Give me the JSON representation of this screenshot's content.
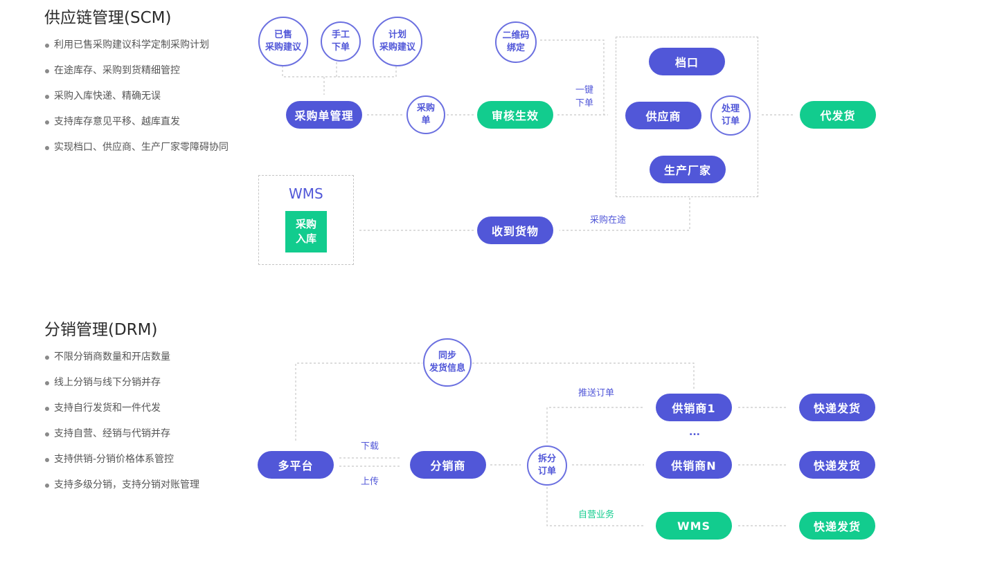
{
  "scm": {
    "title": "供应链管理(SCM)",
    "bullets": [
      "利用已售采购建议科学定制采购计划",
      "在途库存、采购到货精细管控",
      "采购入库快递、精确无误",
      "支持库存意见平移、越库直发",
      "实现档口、供应商、生产厂家零障碍协同"
    ],
    "circles": {
      "sold_suggest": "已售\n采购建议",
      "manual_order": "手工\n下单",
      "plan_suggest": "计划\n采购建议",
      "qr_bind": "二维码\n绑定",
      "purchase_order": "采购\n单",
      "process_order": "处理\n订单"
    },
    "nodes": {
      "po_mgmt": "采购单管理",
      "audit": "审核生效",
      "stall": "档口",
      "supplier": "供应商",
      "factory": "生产厂家",
      "dropship": "代发货",
      "received": "收到货物"
    },
    "labels": {
      "one_click": "一键\n下单",
      "in_transit": "采购在途"
    },
    "wms": {
      "title": "WMS",
      "inbound": "采购\n入库"
    }
  },
  "drm": {
    "title": "分销管理(DRM)",
    "bullets": [
      "不限分销商数量和开店数量",
      "线上分销与线下分销并存",
      "支持自行发货和一件代发",
      "支持自营、经销与代销并存",
      "支持供销-分销价格体系管控",
      "支持多级分销，支持分销对账管理"
    ],
    "circles": {
      "sync": "同步\n发货信息",
      "split": "拆分\n订单"
    },
    "nodes": {
      "platform": "多平台",
      "distributor": "分销商",
      "supplier1": "供销商1",
      "supplierN": "供销商N",
      "wms": "WMS",
      "express1": "快递发货",
      "express2": "快递发货",
      "express3": "快递发货"
    },
    "labels": {
      "download": "下载",
      "upload": "上传",
      "push_order": "推送订单",
      "self_run": "自营业务",
      "ellipsis": "..."
    }
  },
  "colors": {
    "primary": "#5157d8",
    "green": "#12cc8e",
    "dash": "#c8c8c8"
  }
}
